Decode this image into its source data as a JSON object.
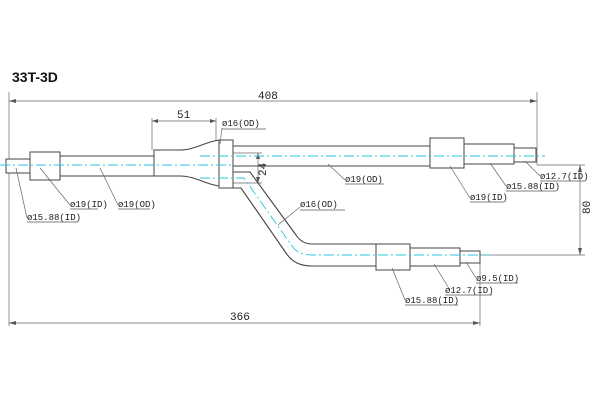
{
  "title": "33T-3D",
  "dimensions": {
    "total_length": "408",
    "lower_length": "366",
    "y_section_length": "51",
    "branch_gap": "24",
    "branch_offset": "80"
  },
  "labels": {
    "inlet_id": "ø19(ID)",
    "inlet_id_reducer": "ø15.88(ID)",
    "inlet_od": "ø19(OD)",
    "y_branch_od": "ø16(OD)",
    "upper_od": "ø19(OD)",
    "upper_id": "ø19(ID)",
    "upper_id_reducer": "ø15.88(ID)",
    "upper_end_id": "ø12.7(ID)",
    "lower_od": "ø16(OD)",
    "lower_id": "ø15.88(ID)",
    "lower_id_reducer": "ø12.7(ID)",
    "lower_end_id": "ø9.5(ID)"
  }
}
